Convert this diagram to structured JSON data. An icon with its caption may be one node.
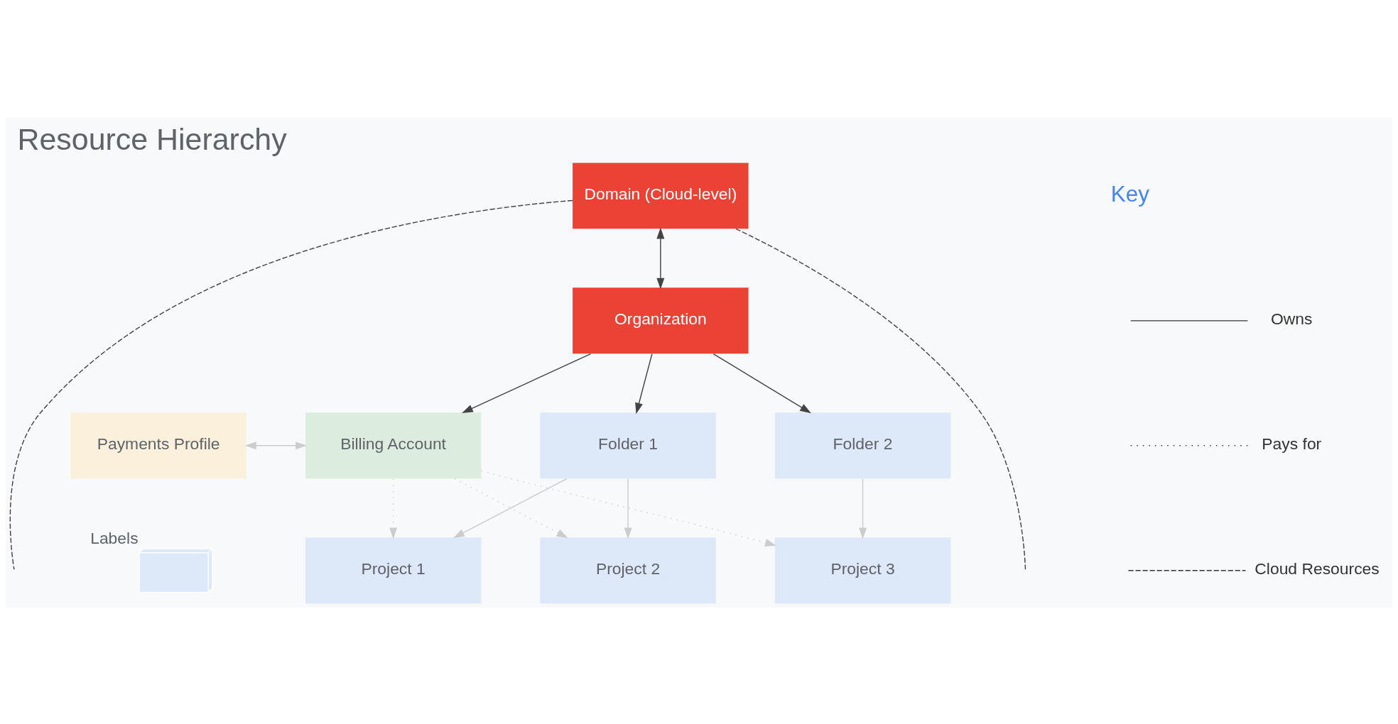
{
  "diagram": {
    "title": "Resource Hierarchy",
    "nodes": [
      {
        "text": [
          "Domain (Cloud-level)"
        ]
      },
      {
        "text": [
          "Organization"
        ]
      },
      {
        "text": [
          "Payments Profile"
        ]
      },
      {
        "text": [
          "Billing Account"
        ]
      },
      {
        "text": [
          "Folder 1"
        ]
      },
      {
        "text": [
          "Folder 2"
        ]
      },
      {
        "text": [],
        "shape": "box",
        "beside": [
          "Labels"
        ]
      },
      {
        "text": [
          "Project 1"
        ]
      },
      {
        "text": [
          "Project 2"
        ]
      },
      {
        "text": [
          "Project 3"
        ]
      }
    ],
    "edges": [
      {
        "from": 0,
        "to": null,
        "arrow": "none",
        "style": "dashed",
        "color": "#444444"
      },
      {
        "from": 0,
        "to": null,
        "arrow": "none",
        "style": "dashed",
        "color": "#444444"
      },
      {
        "from": 0,
        "to": 1,
        "arrow": "both",
        "color": "#444444"
      },
      {
        "from": 1,
        "to": 3,
        "arrow": "to",
        "color": "#444444"
      },
      {
        "from": 1,
        "to": 4,
        "arrow": "to",
        "color": "#444444"
      },
      {
        "from": 1,
        "to": 5,
        "arrow": "to",
        "color": "#444444"
      },
      {
        "from": 2,
        "to": 3,
        "arrow": "both"
      },
      {
        "from": 4,
        "to": 7,
        "arrow": "to"
      },
      {
        "from": 4,
        "to": 8,
        "arrow": "to"
      },
      {
        "from": 5,
        "to": 9,
        "arrow": "to"
      },
      {
        "from": 3,
        "to": 7,
        "arrow": "to",
        "style": "dashed"
      },
      {
        "from": 3,
        "to": 8,
        "arrow": "to",
        "style": "dashed"
      },
      {
        "from": 3,
        "to": 9,
        "arrow": "to",
        "style": "dashed"
      }
    ],
    "labels": [
      "Key"
    ],
    "legend": [
      {
        "text": "Owns"
      },
      {
        "text": "Pays for"
      },
      {
        "text": "Cloud Resources"
      }
    ]
  }
}
